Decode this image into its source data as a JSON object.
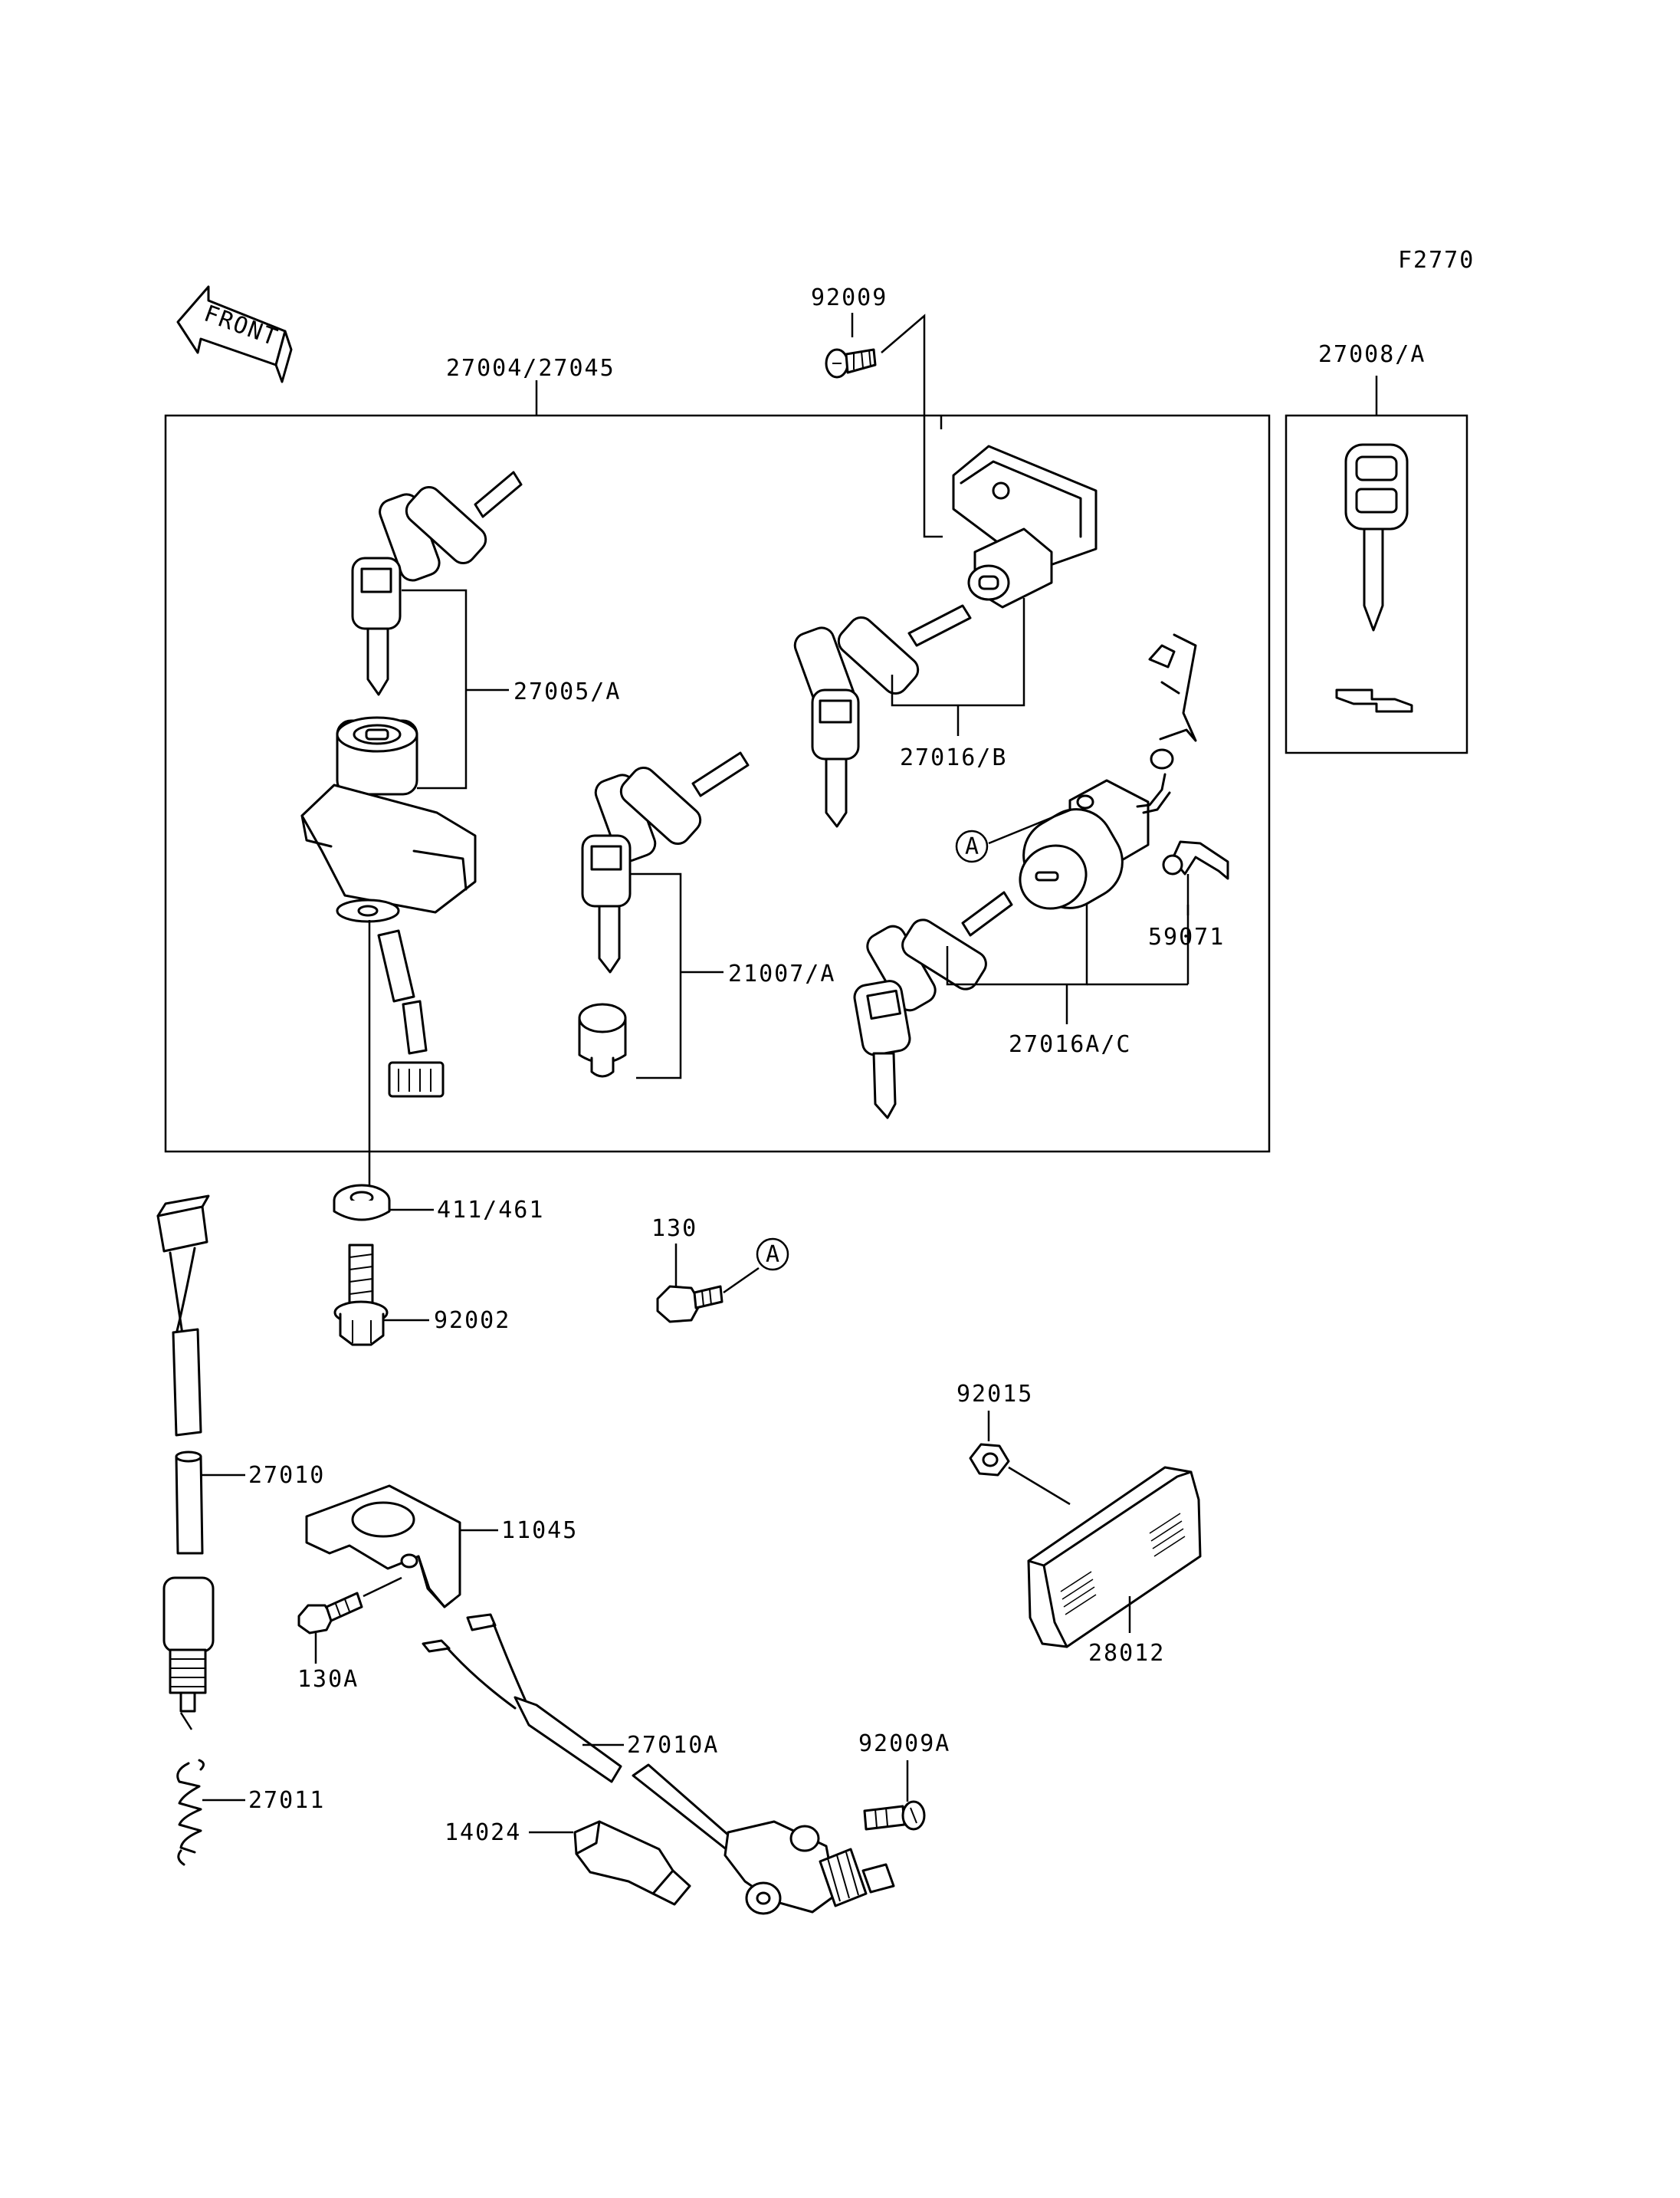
{
  "figure_code": "F2770",
  "front_label": "FRONT",
  "callouts": {
    "p27004": "27004/27045",
    "p27005": "27005/A",
    "p21007": "21007/A",
    "p27016b": "27016/B",
    "p27016ac": "27016A/C",
    "p59071": "59071",
    "p92009": "92009",
    "p27008": "27008/A",
    "p411": "411/461",
    "p92002": "92002",
    "p130": "130",
    "p92015": "92015",
    "p28012": "28012",
    "p27010": "27010",
    "p11045": "11045",
    "p130a": "130A",
    "p27010a": "27010A",
    "p92009a": "92009A",
    "p27011": "27011",
    "p14024": "14024"
  },
  "ref_markers": {
    "a1": "A",
    "a2": "A"
  }
}
